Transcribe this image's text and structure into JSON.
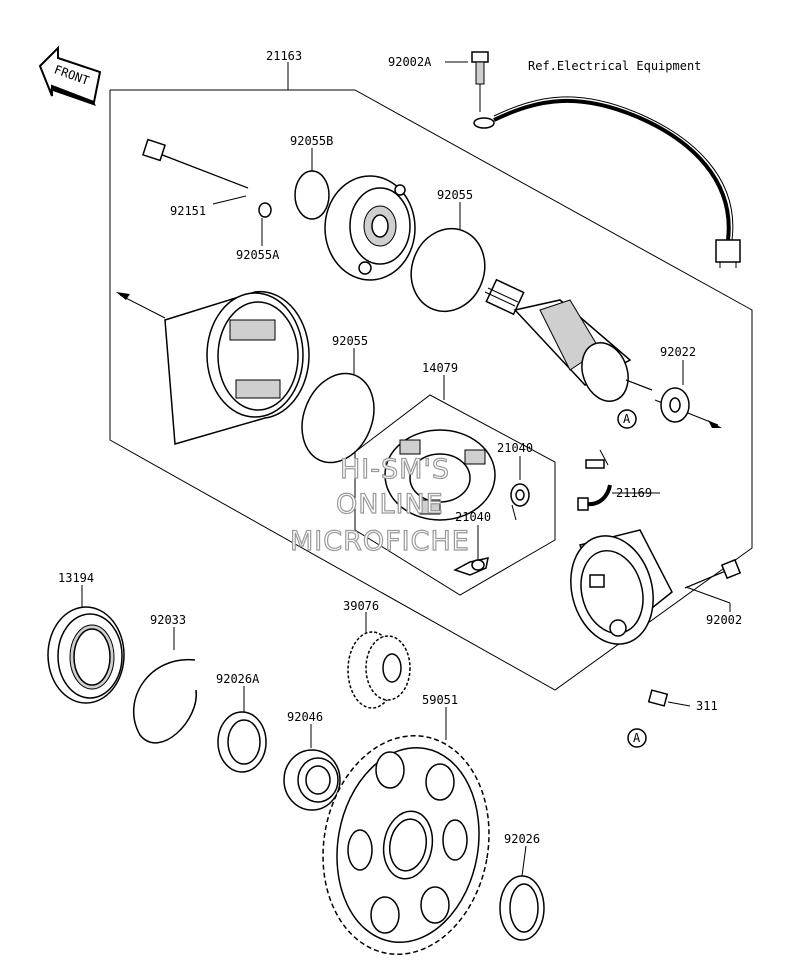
{
  "front_badge": "FRONT",
  "callouts": {
    "assembly": "21163",
    "bolt_small": "92002A",
    "ref": "Ref.Electrical Equipment",
    "oring_b": "92055B",
    "bolt_long": "92151",
    "oring_a": "92055A",
    "oring_top": "92055",
    "oring_mid": "92055",
    "brush_holder": "14079",
    "washer": "92022",
    "spring_top": "21040",
    "spring_bottom": "21040",
    "terminal": "21169",
    "bolt_end": "92002",
    "one_way_clutch": "13194",
    "snap_ring": "92033",
    "collar_a": "92026A",
    "needle_bearing": "92046",
    "idle_gear": "39076",
    "starter_gear": "59051",
    "collar": "92026",
    "cap": "311",
    "ref_a_top": "A",
    "ref_a_bottom": "A"
  },
  "watermark": [
    "HI-SM'S",
    "ONLINE",
    "MICROFICHE"
  ]
}
